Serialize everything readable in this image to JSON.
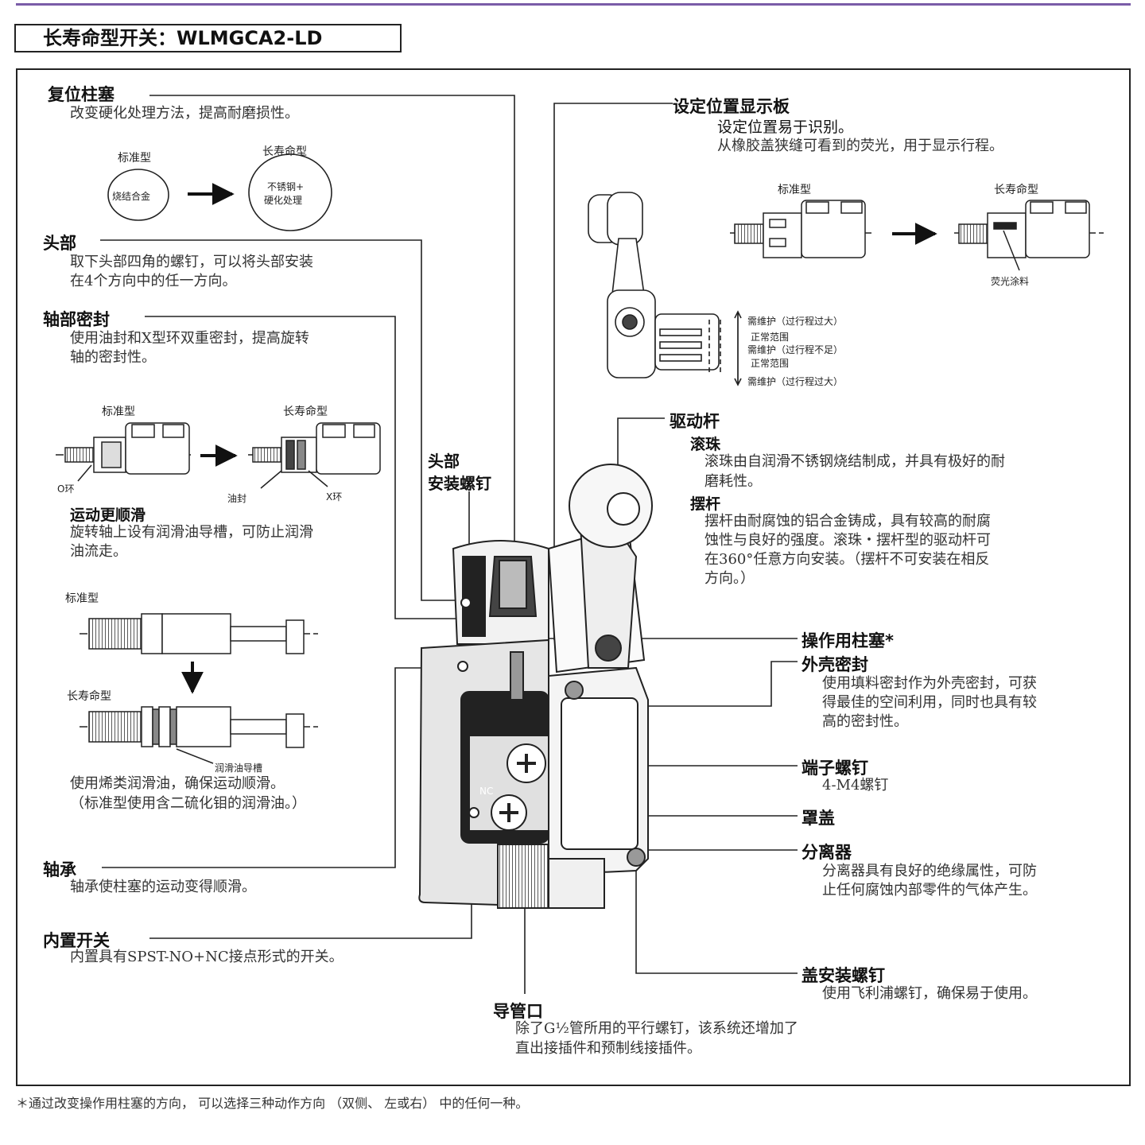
{
  "title": "长寿命型开关：WLMGCA2-LD",
  "left": {
    "reset_plunger": {
      "heading": "复位柱塞",
      "desc": "改变硬化处理方法，提高耐磨损性。",
      "standard": "标准型",
      "longlife": "长寿命型",
      "circle_std": "烧结合金",
      "circle_ll_1": "不锈钢+",
      "circle_ll_2": "硬化处理"
    },
    "head": {
      "heading": "头部",
      "desc_1": "取下头部四角的螺钉，可以将头部安装",
      "desc_2": "在4个方向中的任一方向。"
    },
    "shaft_seal": {
      "heading": "轴部密封",
      "desc_1": "使用油封和X型环双重密封，提高旋转",
      "desc_2": "轴的密封性。",
      "standard": "标准型",
      "longlife": "长寿命型",
      "o_ring": "O环",
      "oil_seal": "油封",
      "x_ring": "X环"
    },
    "smooth": {
      "heading": "运动更顺滑",
      "desc_1": "旋转轴上设有润滑油导槽，可防止润滑",
      "desc_2": "油流走。",
      "standard": "标准型",
      "longlife": "长寿命型",
      "groove": "润滑油导槽",
      "lube_1": "使用烯类润滑油，确保运动顺滑。",
      "lube_2": "（标准型使用含二硫化钼的润滑油。）"
    },
    "bearing": {
      "heading": "轴承",
      "desc": "轴承使柱塞的运动变得顺滑。"
    },
    "builtin_switch": {
      "heading": "内置开关",
      "desc": "内置具有SPST-NO+NC接点形式的开关。"
    }
  },
  "center": {
    "head_screw_1": "头部",
    "head_screw_2": "安装螺钉",
    "conduit": {
      "heading": "导管口",
      "desc_1": "除了G½管所用的平行螺钉，该系统还增加了",
      "desc_2": "直出接插件和预制线接插件。"
    },
    "nc_label": "NC"
  },
  "right": {
    "indicator": {
      "heading": "设定位置显示板",
      "sub": "设定位置易于识别。",
      "desc": "从橡胶盖狭缝可看到的荧光，用于显示行程。",
      "standard": "标准型",
      "longlife": "长寿命型",
      "fluor": "荧光涂料",
      "maint_over_1": "需维护（过行程过大）",
      "normal_1": "正常范围",
      "maint_under": "需维护（过行程不足）",
      "normal_2": "正常范围",
      "maint_over_2": "需维护（过行程过大）"
    },
    "actuator": {
      "heading": "驱动杆",
      "roller_title": "滚珠",
      "roller_1": "滚珠由自润滑不锈钢烧结制成，并具有极好的耐",
      "roller_2": "磨耗性。",
      "lever_title": "摆杆",
      "lever_1": "摆杆由耐腐蚀的铝合金铸成，具有较高的耐腐",
      "lever_2": "蚀性与良好的强度。滚珠・摆杆型的驱动杆可",
      "lever_3": "在360°任意方向安装。（摆杆不可安装在相反",
      "lever_4": "方向。）"
    },
    "op_plunger": {
      "heading": "操作用柱塞*"
    },
    "housing_seal": {
      "heading": "外壳密封",
      "desc_1": "使用填料密封作为外壳密封，可获",
      "desc_2": "得最佳的空间利用，同时也具有较",
      "desc_3": "高的密封性。"
    },
    "terminal": {
      "heading": "端子螺钉",
      "desc": "4-M4螺钉"
    },
    "cover": {
      "heading": "罩盖"
    },
    "separator": {
      "heading": "分离器",
      "desc_1": "分离器具有良好的绝缘属性，可防",
      "desc_2": "止任何腐蚀内部零件的气体产生。"
    },
    "cover_screw": {
      "heading": "盖安装螺钉",
      "desc": "使用飞利浦螺钉，确保易于使用。"
    }
  },
  "footnote": "＊通过改变操作用柱塞的方向，  可以选择三种动作方向  （双侧、 左或右） 中的任何一种。",
  "colors": {
    "accent_rule": "#7a5ca8",
    "ink": "#1a1a1a",
    "body_gray": "#555555"
  }
}
